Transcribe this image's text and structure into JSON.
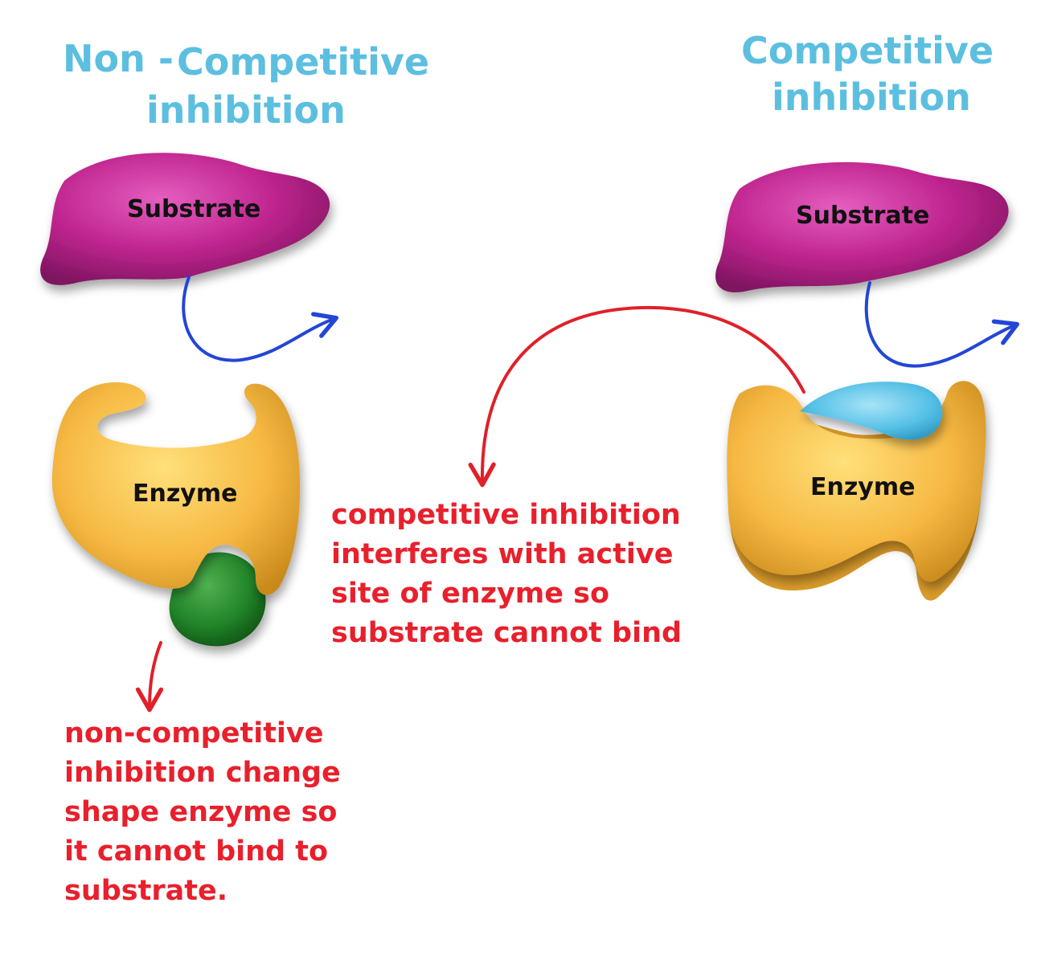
{
  "colors": {
    "title": "#5cbfdf",
    "note": "#e8202c",
    "substrate": "#c0258f",
    "enzyme": "#f4b63e",
    "noncomp_inhibitor": "#2a8a2a",
    "comp_inhibitor": "#4fbde4",
    "arrow_blue": "#2346d6",
    "arrow_red": "#e0202a"
  },
  "left_panel": {
    "title_line1_a": "Non -",
    "title_line1_b": "Competitive",
    "title_line2": "inhibition",
    "substrate_label": "Substrate",
    "enzyme_label": "Enzyme",
    "inhibitor_icon": "allosteric-inhibitor-blob",
    "note_lines": [
      "non-competitive",
      "inhibition change",
      "shape enzyme so",
      "it cannot bind to",
      "substrate."
    ]
  },
  "right_panel": {
    "title_line1": "Competitive",
    "title_line2": "inhibition",
    "substrate_label": "Substrate",
    "enzyme_label": "Enzyme",
    "inhibitor_icon": "competitive-inhibitor-blob"
  },
  "center_note": {
    "lines": [
      "competitive inhibition",
      "interferes with active",
      "site of enzyme so",
      "substrate cannot bind"
    ]
  }
}
